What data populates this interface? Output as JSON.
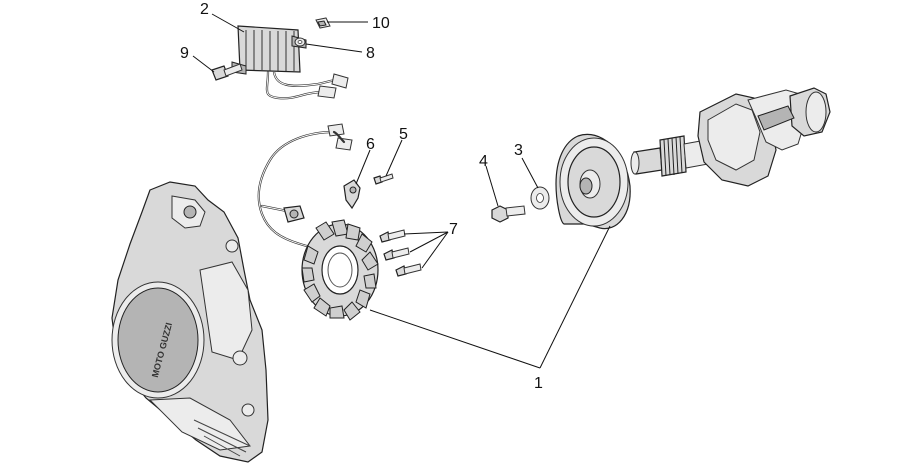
{
  "callouts": {
    "c1": "1",
    "c2": "2",
    "c3": "3",
    "c4": "4",
    "c5": "5",
    "c6": "6",
    "c7": "7",
    "c8": "8",
    "c9": "9",
    "c10": "10"
  },
  "cover_stamp": "MOTO GUZZI",
  "colors": {
    "line": "#222222",
    "part_fill": "#d9d9d9",
    "background": "#ffffff"
  }
}
